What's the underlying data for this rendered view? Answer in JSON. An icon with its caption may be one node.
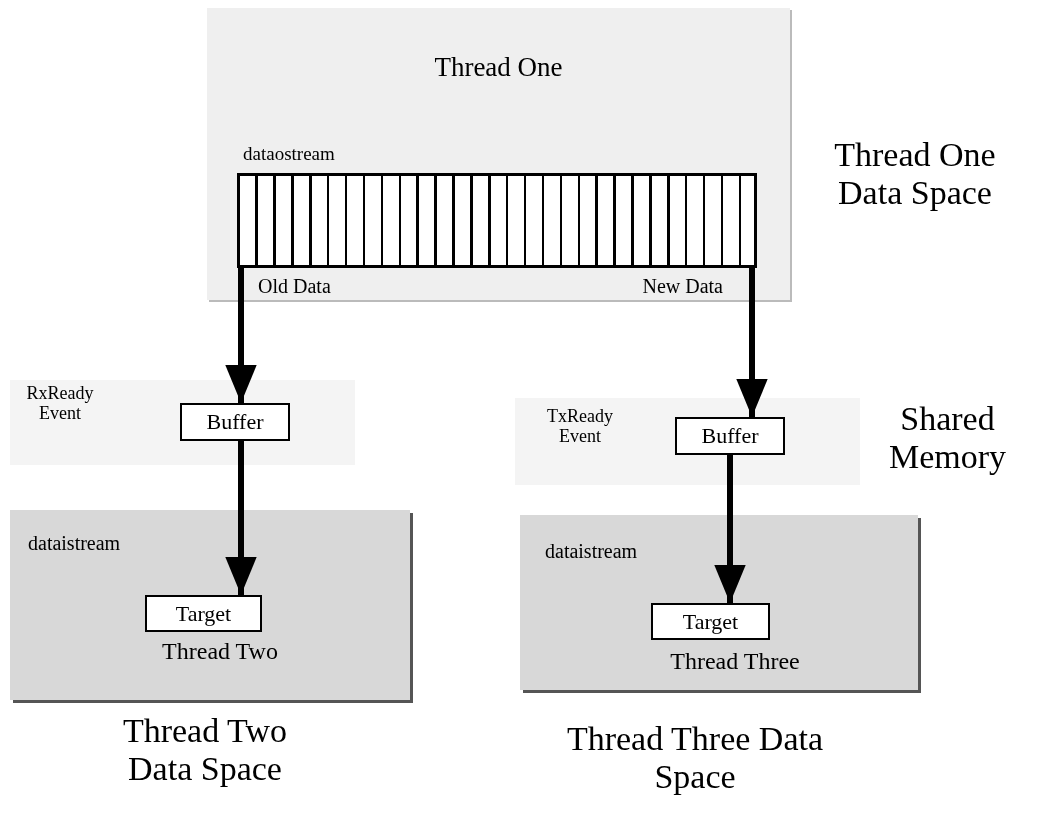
{
  "diagram": {
    "nodes": [
      {
        "text": [
          "Thread One"
        ],
        "beside": [
          "Thread One Data Space"
        ]
      },
      {
        "text": [],
        "shape": "bar",
        "in": 0,
        "beside": [
          "dataostream",
          "Old Data",
          "New Data"
        ]
      },
      {
        "text": [
          "RxReady Event"
        ]
      },
      {
        "text": [
          "Buffer"
        ],
        "in": 2
      },
      {
        "text": [
          "TxReady Event"
        ]
      },
      {
        "text": [
          "Buffer"
        ],
        "in": 4
      },
      {
        "text": [
          "dataistream",
          "Thread Two"
        ],
        "beside": [
          "Thread Two Data Space"
        ]
      },
      {
        "text": [
          "Target"
        ],
        "in": 6
      },
      {
        "text": [
          "dataistream",
          "Thread Three"
        ],
        "beside": [
          "Thread Three Data Space"
        ]
      },
      {
        "text": [
          "Target"
        ],
        "in": 8
      }
    ],
    "edges": [
      {
        "from": 1,
        "to": 3,
        "arrow": "to"
      },
      {
        "from": 1,
        "to": 5,
        "arrow": "to"
      },
      {
        "from": 3,
        "to": 7,
        "arrow": "to"
      },
      {
        "from": 5,
        "to": 9,
        "arrow": "to"
      }
    ],
    "labels": [
      "Shared Memory"
    ]
  }
}
